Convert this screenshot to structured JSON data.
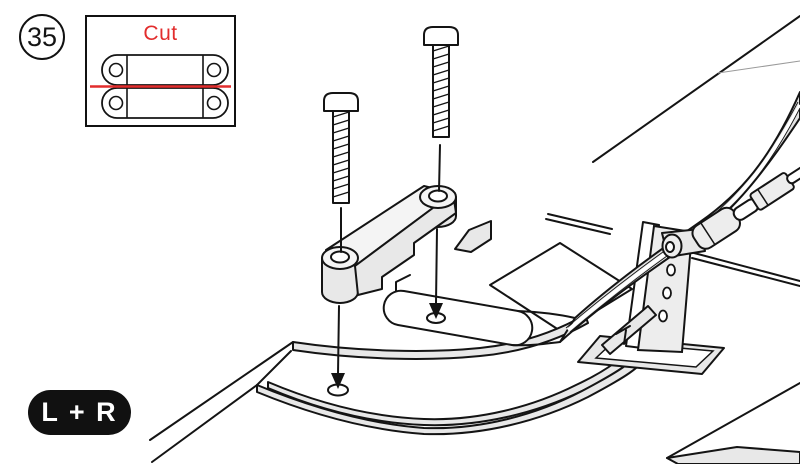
{
  "step_badge": {
    "number": "35"
  },
  "cut_callout": {
    "label": "Cut"
  },
  "lr_badge": {
    "label": "L + R"
  },
  "colors": {
    "line": "#141414",
    "accent_red": "#e22d2d",
    "part_fill": "#e8e8e8",
    "badge_bg": "#111111",
    "badge_text": "#ffffff"
  }
}
